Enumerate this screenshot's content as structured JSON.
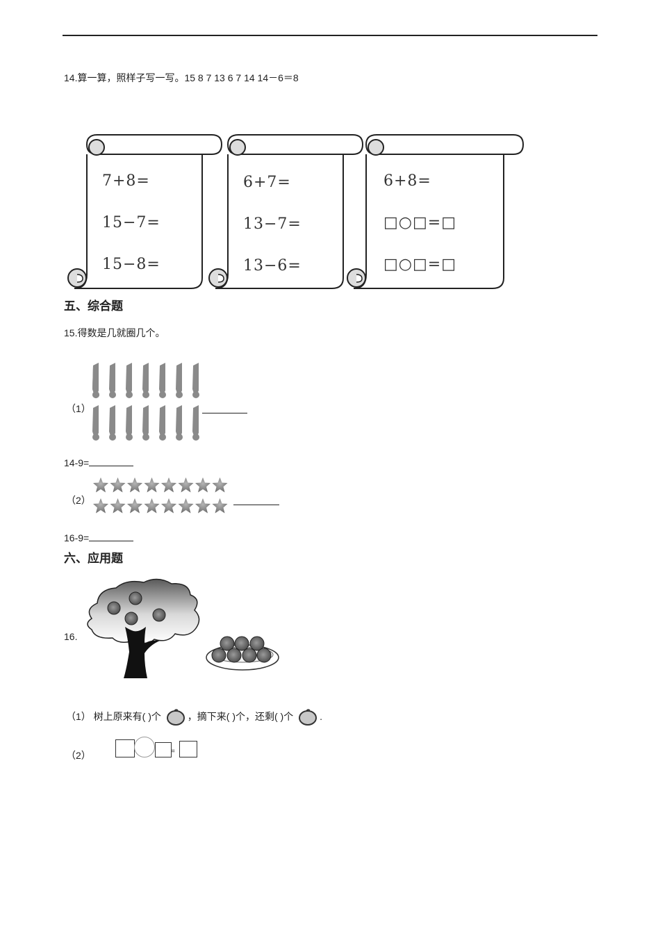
{
  "page": {
    "q14": {
      "text": "14.算一算，照样子写一写。15 8 7 13 6 7 14 14－6＝8",
      "scrolls": [
        {
          "lines": [
            "7+8=",
            "15−7=",
            "15−8="
          ]
        },
        {
          "lines": [
            "6+7=",
            "13−7=",
            "13−6="
          ]
        },
        {
          "lines": [
            "6+8=",
            "□○□=□",
            "□○□=□"
          ]
        }
      ]
    },
    "section5": {
      "title": "五、综合题"
    },
    "q15": {
      "text": "15.得数是几就圈几个。",
      "part1": {
        "label": "（1）",
        "bars_per_row": 7,
        "rows": 2,
        "equation": "14-9="
      },
      "part2": {
        "label": "（2）",
        "stars_row1": 8,
        "stars_row2": 8,
        "equation": "16-9="
      }
    },
    "section6": {
      "title": "六、应用题"
    },
    "q16": {
      "number": "16.",
      "tree_apples": 4,
      "plate_apples": 7,
      "part1": {
        "label": "（1）",
        "seg1": "树上原来有(   )个",
        "seg2": "，摘下来(   )个，还剩(   )个",
        "seg3": "."
      },
      "part2": {
        "label": "（2）",
        "equals": "="
      }
    }
  }
}
